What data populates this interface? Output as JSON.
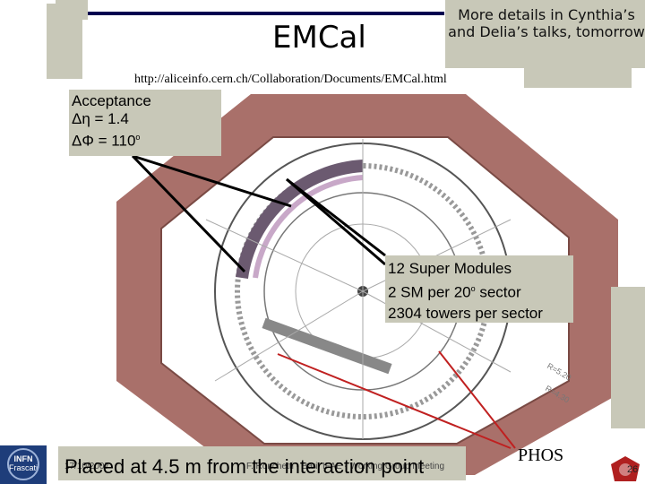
{
  "header": {
    "title": "EMCal",
    "note": "More details in Cynthia’s and Delia’s talks, tomorrow",
    "url": "http://aliceinfo.cern.ch/Collaboration/Documents/EMCal.html"
  },
  "acceptance": {
    "line1": "Acceptance",
    "line2": "Δη = 1.4",
    "line3_prefix": "ΔΦ = 110",
    "line3_sup": "o"
  },
  "super_modules": {
    "line1": "12 Super Modules",
    "line2_prefix": "2 SM per 20",
    "line2_sup": "o",
    "line2_suffix": " sector",
    "line3": "2304 towers per sector"
  },
  "footer": {
    "placed": "Placed at  4.5 m from the interaction point",
    "date": "17/10/2007",
    "author": "F. Ronchetti - Bari, IFAE - Working Group meeting"
  },
  "labels": {
    "phos": "PHOS",
    "r1": "R=5.20",
    "r2": "R=4.30"
  },
  "logo": {
    "line1": "INFN",
    "line2": "Frascati"
  },
  "page": "26",
  "colors": {
    "barrel": "#a9706a",
    "box": "#c8c8b8",
    "navy": "#000050"
  }
}
